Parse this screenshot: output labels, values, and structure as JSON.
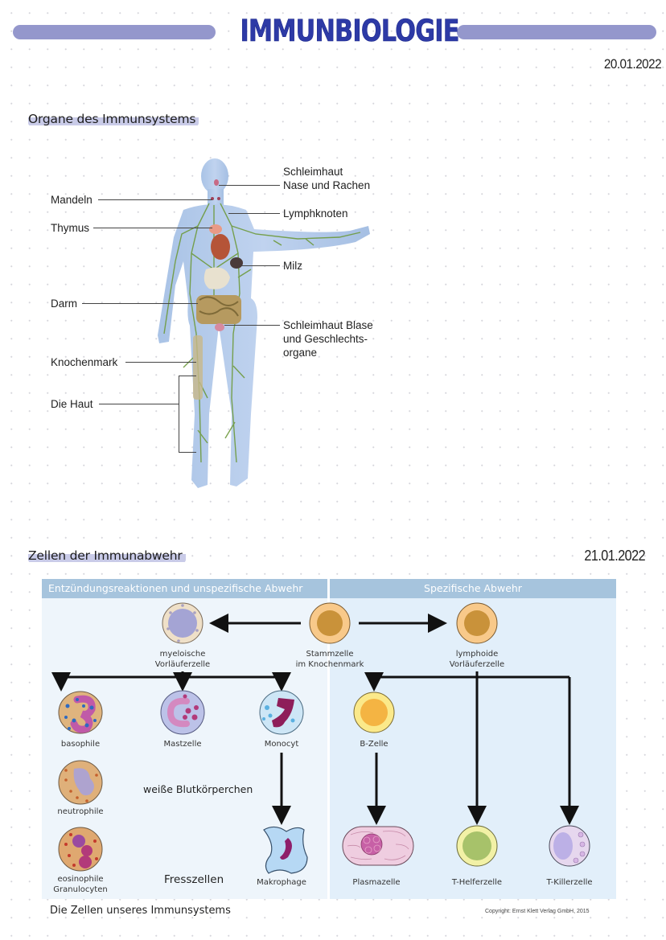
{
  "header": {
    "title": "IMMUNBIOLOGIE",
    "accent_color": "#2d3aa6",
    "bar_color": "#9497cc"
  },
  "section1": {
    "title": "Organe des Immunsystems",
    "date": "20.01.2022",
    "figure": {
      "labels_left": [
        "Mandeln",
        "Thymus",
        "Darm",
        "Knochenmark",
        "Die Haut"
      ],
      "labels_right": [
        [
          "Schleimhaut",
          "Nase und Rachen"
        ],
        [
          "Lymphknoten"
        ],
        [
          "Milz"
        ],
        [
          "Schleimhaut Blase",
          "und Geschlechts-",
          "organe"
        ]
      ]
    }
  },
  "section2": {
    "title": "Zellen der Immunabwehr",
    "date": "21.01.2022",
    "diagram": {
      "panel_left_title": "Entzündungsreaktionen und unspezifische Abwehr",
      "panel_right_title": "Spezifische Abwehr",
      "cells": {
        "stem": [
          "Stammzelle",
          "im Knochenmark"
        ],
        "myeloid": [
          "myeloische",
          "Vorläuferzelle"
        ],
        "lymphoid": [
          "lymphoide",
          "Vorläuferzelle"
        ],
        "basophile": "basophile",
        "mastzelle": "Mastzelle",
        "monocyt": "Monocyt",
        "bzelle": "B-Zelle",
        "neutrophile": "neutrophile",
        "eosinophile": [
          "eosinophile",
          "Granulocyten"
        ],
        "makrophage": "Makrophage",
        "plasmazelle": "Plasmazelle",
        "thelfer": "T-Helferzelle",
        "tkiller": "T-Killerzelle"
      },
      "note_white_blood": "weiße Blutkörperchen",
      "note_phagocytes": "Fresszellen",
      "caption": "Die Zellen unseres Immunsystems",
      "copyright": "Copyright: Ernst Klett Verlag GmbH, 2015"
    }
  }
}
